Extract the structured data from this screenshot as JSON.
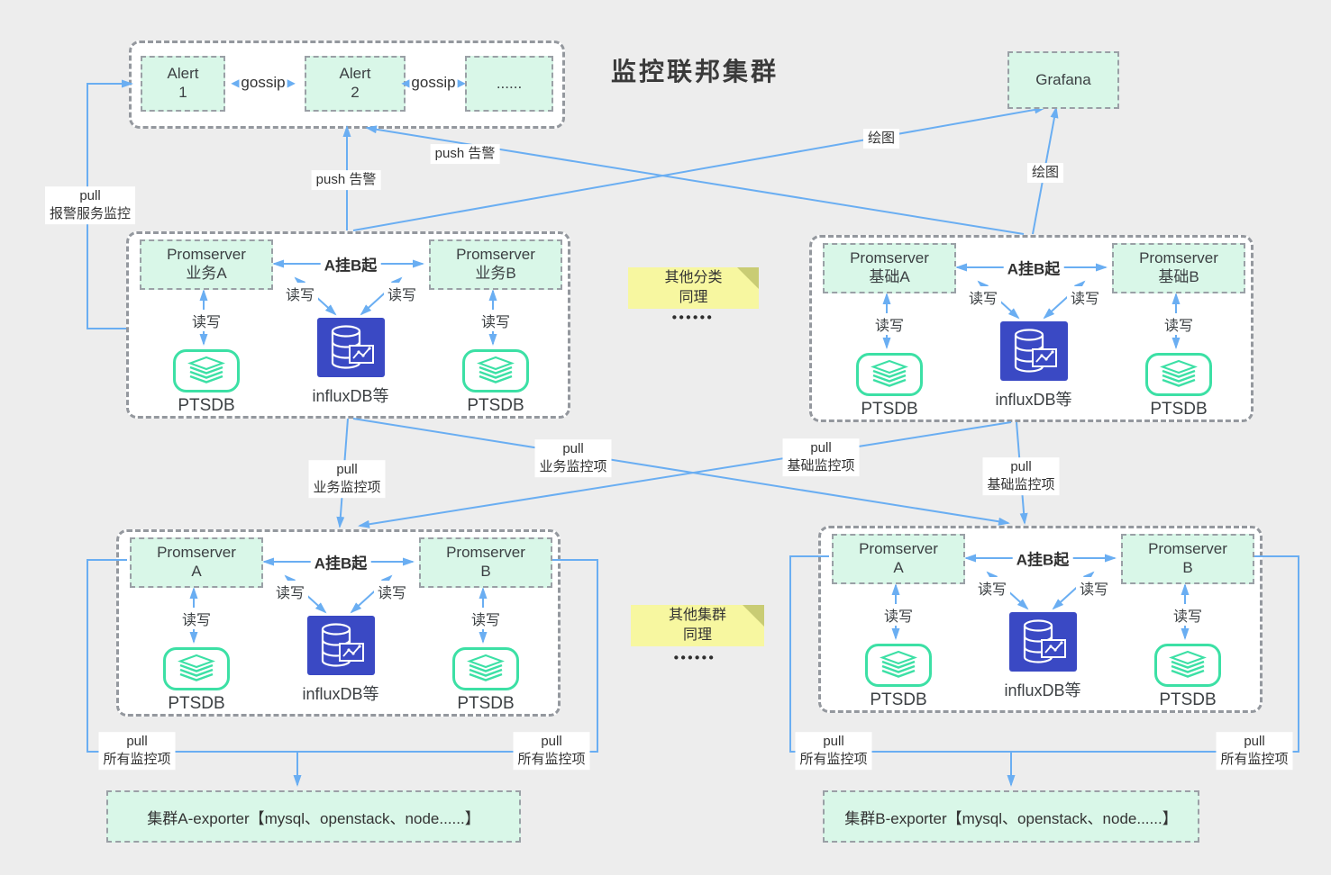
{
  "title": "监控联邦集群",
  "grafana": {
    "label": "Grafana"
  },
  "alert_cluster": {
    "node1": {
      "l1": "Alert",
      "l2": "1"
    },
    "node2": {
      "l1": "Alert",
      "l2": "2"
    },
    "node3": "......",
    "gossip_left": "gossip",
    "gossip_right": "gossip"
  },
  "edges": {
    "pull_alert": {
      "l1": "pull",
      "l2": "报警服务监控"
    },
    "push_alert_left": "push 告警",
    "push_alert_right": "push 告警",
    "draw_left": "绘图",
    "draw_right": "绘图",
    "pull_biz_left": {
      "l1": "pull",
      "l2": "业务监控项"
    },
    "pull_biz_cross": {
      "l1": "pull",
      "l2": "业务监控项"
    },
    "pull_infra_cross": {
      "l1": "pull",
      "l2": "基础监控项"
    },
    "pull_infra_right": {
      "l1": "pull",
      "l2": "基础监控项"
    },
    "pull_all": [
      {
        "l1": "pull",
        "l2": "所有监控项"
      },
      {
        "l1": "pull",
        "l2": "所有监控项"
      },
      {
        "l1": "pull",
        "l2": "所有监控项"
      },
      {
        "l1": "pull",
        "l2": "所有监控项"
      }
    ]
  },
  "clusters": [
    {
      "prom_a": {
        "l1": "Promserver",
        "l2": "业务A"
      },
      "prom_b": {
        "l1": "Promserver",
        "l2": "业务B"
      },
      "ha": "A挂B起",
      "rw_left": "读写",
      "rw_center_left": "读写",
      "rw_center_right": "读写",
      "rw_right": "读写",
      "influx": "influxDB等",
      "ptsdb_left": "PTSDB",
      "ptsdb_right": "PTSDB"
    },
    {
      "prom_a": {
        "l1": "Promserver",
        "l2": "基础A"
      },
      "prom_b": {
        "l1": "Promserver",
        "l2": "基础B"
      },
      "ha": "A挂B起",
      "rw_left": "读写",
      "rw_center_left": "读写",
      "rw_center_right": "读写",
      "rw_right": "读写",
      "influx": "influxDB等",
      "ptsdb_left": "PTSDB",
      "ptsdb_right": "PTSDB"
    },
    {
      "prom_a": {
        "l1": "Promserver",
        "l2": "A"
      },
      "prom_b": {
        "l1": "Promserver",
        "l2": "B"
      },
      "ha": "A挂B起",
      "rw_left": "读写",
      "rw_center_left": "读写",
      "rw_center_right": "读写",
      "rw_right": "读写",
      "influx": "influxDB等",
      "ptsdb_left": "PTSDB",
      "ptsdb_right": "PTSDB"
    },
    {
      "prom_a": {
        "l1": "Promserver",
        "l2": "A"
      },
      "prom_b": {
        "l1": "Promserver",
        "l2": "B"
      },
      "ha": "A挂B起",
      "rw_left": "读写",
      "rw_center_left": "读写",
      "rw_center_right": "读写",
      "rw_right": "读写",
      "influx": "influxDB等",
      "ptsdb_left": "PTSDB",
      "ptsdb_right": "PTSDB"
    }
  ],
  "notes": [
    {
      "l1": "其他分类",
      "l2": "同理",
      "dots": "••••••"
    },
    {
      "l1": "其他集群",
      "l2": "同理",
      "dots": "••••••"
    }
  ],
  "exporters": [
    {
      "label": "集群A-exporter【mysql、openstack、node......】"
    },
    {
      "label": "集群B-exporter【mysql、openstack、node......】"
    }
  ],
  "colors": {
    "arrow": "#6aaef2",
    "node_fill": "#d9f7e8",
    "note_fill": "#f7f7a0",
    "influx_fill": "#3a49c4",
    "ptsdb_stroke": "#3ce0a5"
  }
}
